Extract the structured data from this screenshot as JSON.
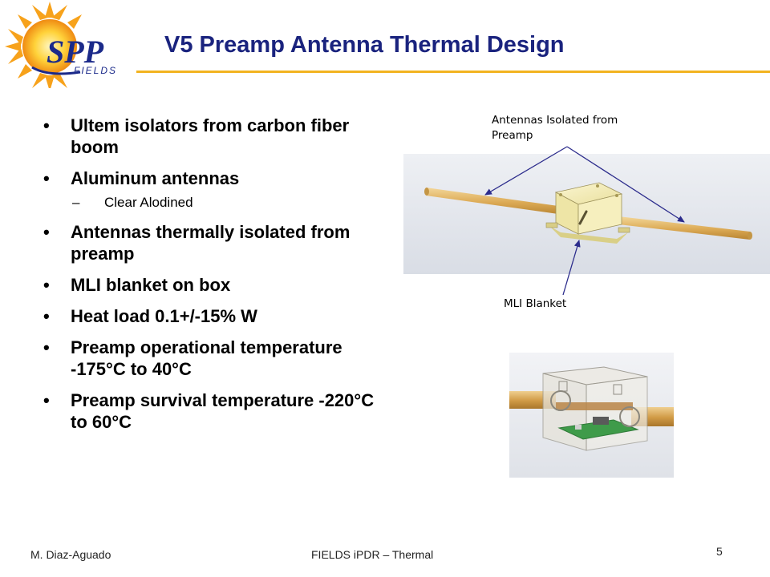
{
  "slide": {
    "title": "V5 Preamp Antenna Thermal Design",
    "logo": {
      "text_main": "SPP",
      "text_sub": "FIELDS",
      "icon": "sun-logo-icon"
    },
    "bullets": [
      {
        "text": "Ultem isolators from carbon fiber boom",
        "sub": []
      },
      {
        "text": "Aluminum antennas",
        "sub": [
          "Clear Alodined"
        ]
      },
      {
        "text": "Antennas thermally isolated from preamp",
        "sub": []
      },
      {
        "text": "MLI blanket on box",
        "sub": []
      },
      {
        "text": "Heat load 0.1+/-15% W",
        "sub": []
      },
      {
        "text": "Preamp operational temperature -175°C to 40°C",
        "sub": []
      },
      {
        "text": "Preamp survival temperature -220°C to 60°C",
        "sub": []
      }
    ],
    "callouts": {
      "antennas": "Antennas Isolated from Preamp",
      "mli": "MLI Blanket"
    },
    "footer": {
      "author": "M. Diaz-Aguado",
      "center": "FIELDS iPDR – Thermal",
      "page": "5"
    },
    "colors": {
      "title": "#1a237e",
      "rule": "#f2b320",
      "arrow": "#2c2c8c",
      "antenna": "#e2b86a",
      "box": "#f1ebb0",
      "board": "#3f9b4a"
    }
  }
}
